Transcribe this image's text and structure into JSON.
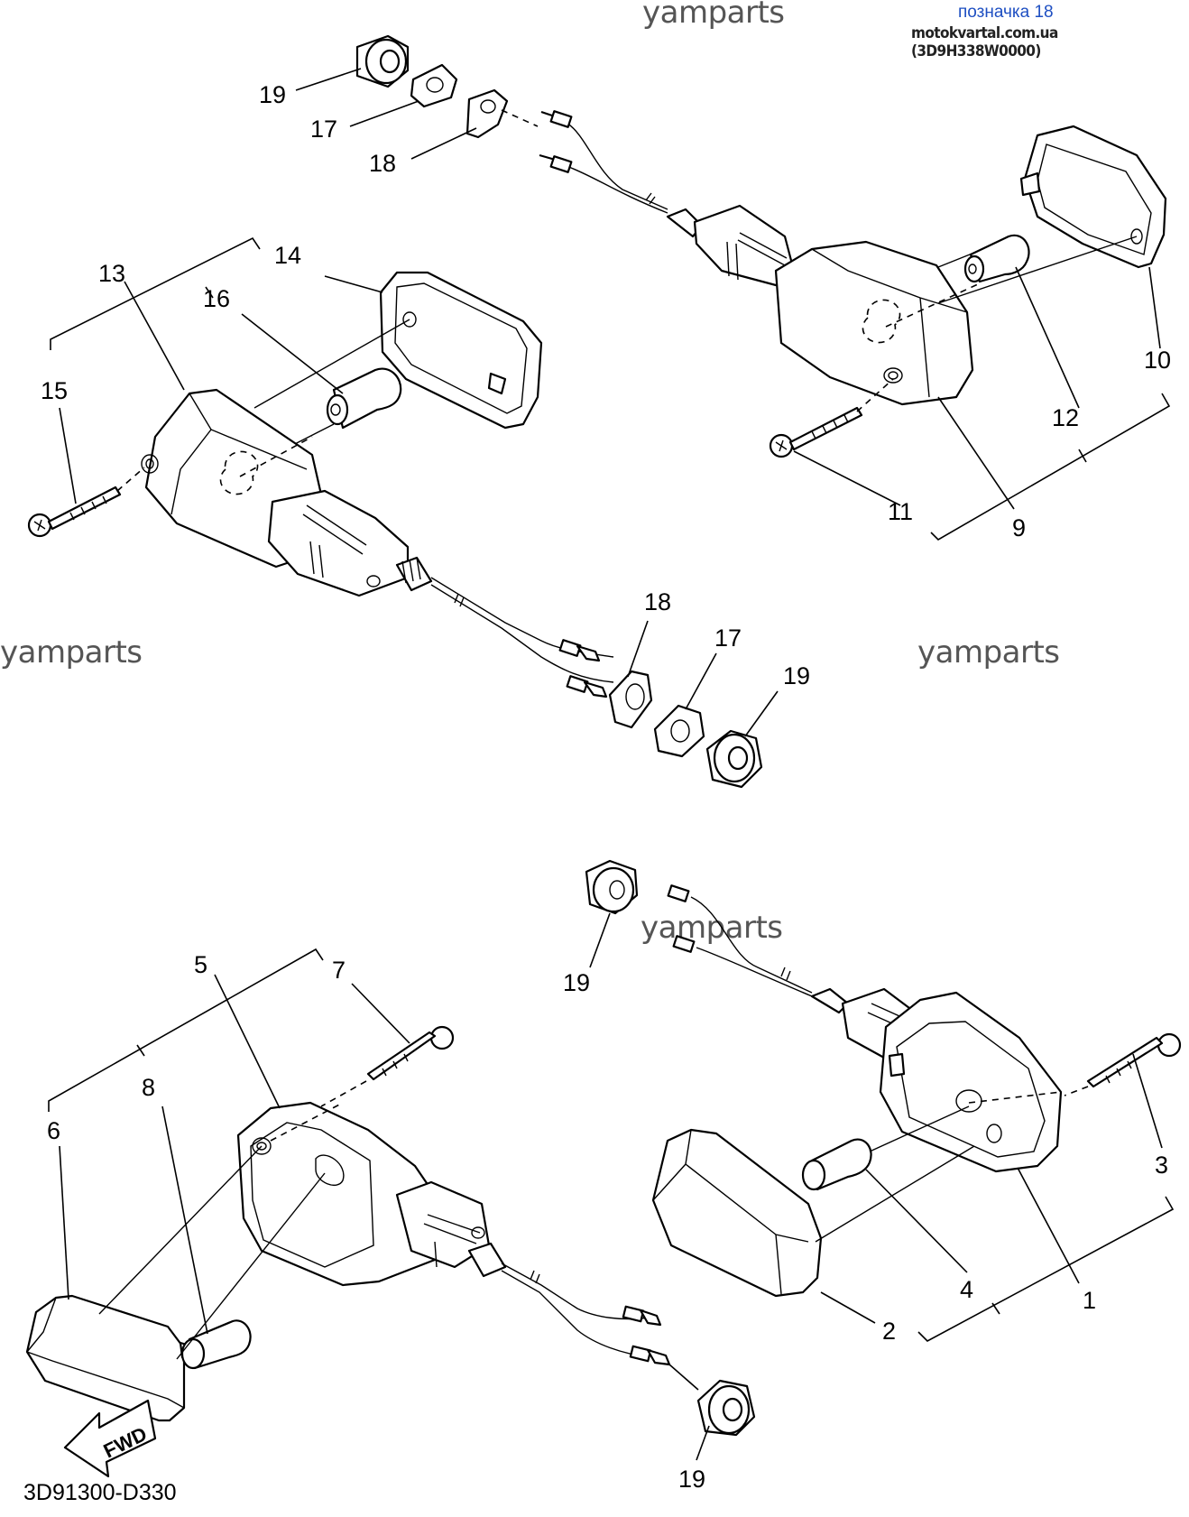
{
  "watermarks": [
    "yamparts",
    "yamparts",
    "yamparts",
    "yamparts"
  ],
  "badge": {
    "title": "позначка 18",
    "subtitle": "motokvartal.com.ua (3D9H338W0000)"
  },
  "diagram_code": "3D91300-D330",
  "fwd_label": "FWD",
  "callouts": {
    "c1": "1",
    "c2": "2",
    "c3": "3",
    "c4": "4",
    "c5": "5",
    "c6": "6",
    "c7": "7",
    "c8": "8",
    "c9": "9",
    "c10": "10",
    "c11": "11",
    "c12": "12",
    "c13": "13",
    "c14": "14",
    "c15": "15",
    "c16": "16",
    "c17a": "17",
    "c17b": "17",
    "c18a": "18",
    "c18b": "18",
    "c19a": "19",
    "c19b": "19",
    "c19c": "19",
    "c19d": "19"
  }
}
